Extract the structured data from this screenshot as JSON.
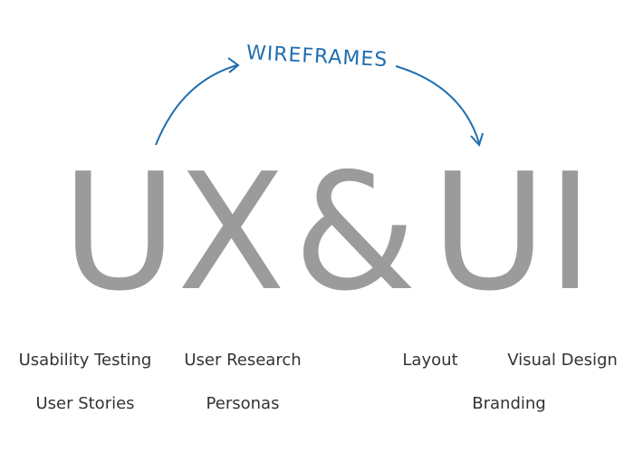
{
  "colors": {
    "accent": "#1f6eb0",
    "big_letters": "#9b9b9b",
    "labels": "#333333"
  },
  "arc_label": "WIREFRAMES",
  "headline": {
    "ux": "UX",
    "amp": "&",
    "ui": "UI"
  },
  "ux_labels": {
    "usability_testing": "Usability Testing",
    "user_research": "User Research",
    "user_stories": "User Stories",
    "personas": "Personas"
  },
  "ui_labels": {
    "layout": "Layout",
    "visual_design": "Visual Design",
    "branding": "Branding"
  }
}
